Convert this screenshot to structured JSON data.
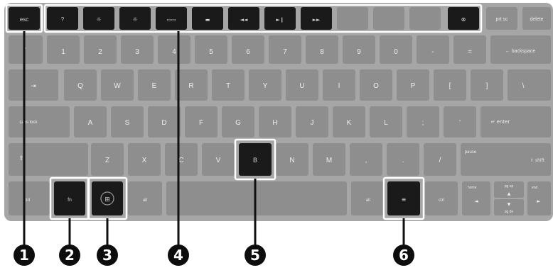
{
  "keys": {
    "esc": "esc",
    "f1": "?",
    "f2": "☼",
    "f3": "☼",
    "f4": "▭▭",
    "f5": "▬",
    "f6": "◄◄",
    "f7": "►❙",
    "f8": "►►",
    "f9": "",
    "f10": "",
    "f11": "",
    "f12": "⊗",
    "prtsc": "prt sc",
    "delete": "delete",
    "backspace": "← backspace",
    "n1": "1",
    "n2": "2",
    "n3": "3",
    "n4": "4",
    "n5": "5",
    "n6": "6",
    "n7": "7",
    "n8": "8",
    "n9": "9",
    "n0": "0",
    "minus": "-",
    "equals": "=",
    "grave": "`",
    "q": "Q",
    "w": "W",
    "e": "E",
    "r": "R",
    "t": "T",
    "y": "Y",
    "u": "U",
    "i": "I",
    "o": "O",
    "p": "P",
    "lbracket": "[",
    "rbracket": "]",
    "backslash": "\\",
    "tab": "⇥",
    "caps": "caps lock",
    "a": "A",
    "s": "S",
    "d": "D",
    "f": "F",
    "g": "G",
    "h": "H",
    "j": "J",
    "k": "K",
    "l": "L",
    "semicolon": ";",
    "quote": "'",
    "enter": "↵ enter",
    "lshift": "⇧",
    "z": "Z",
    "x": "X",
    "c": "C",
    "v": "V",
    "b": "B",
    "n": "N",
    "m": "M",
    "comma": ",",
    "period": ".",
    "slash": "/",
    "pause": "pause",
    "rshift": "⇧ shift",
    "ctrl": "ctrl",
    "fn": "fn",
    "win": "⊞",
    "lalt": "alt",
    "ralt": "alt",
    "menu": "≡",
    "rctrl": "ctrl",
    "left": "◄",
    "up": "▲",
    "down": "▼",
    "right": "►",
    "home": "home",
    "end": "end",
    "pgup": "pg up",
    "pgdn": "pg dn"
  },
  "callouts": [
    "1",
    "2",
    "3",
    "4",
    "5",
    "6"
  ]
}
